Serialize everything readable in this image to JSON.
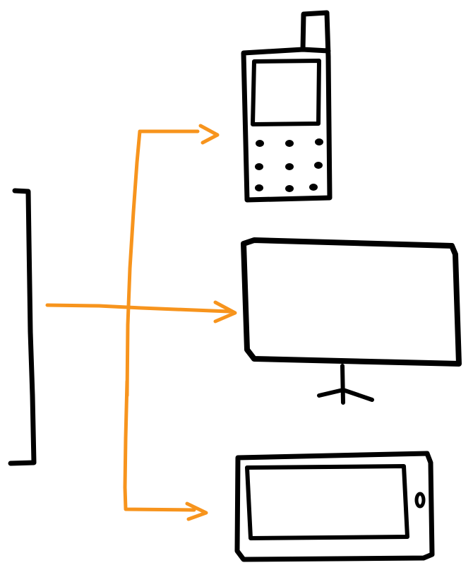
{
  "diagram": {
    "colors": {
      "ink": "#000000",
      "arrow": "#f7941d",
      "background": "#ffffff"
    },
    "nodes": [
      {
        "id": "source",
        "icon": "source-bracket-icon"
      },
      {
        "id": "phone",
        "icon": "feature-phone-icon"
      },
      {
        "id": "monitor",
        "icon": "desktop-monitor-icon"
      },
      {
        "id": "tablet",
        "icon": "tablet-icon"
      }
    ],
    "edges": [
      {
        "from": "source",
        "to": "phone"
      },
      {
        "from": "source",
        "to": "monitor"
      },
      {
        "from": "source",
        "to": "tablet"
      }
    ]
  }
}
